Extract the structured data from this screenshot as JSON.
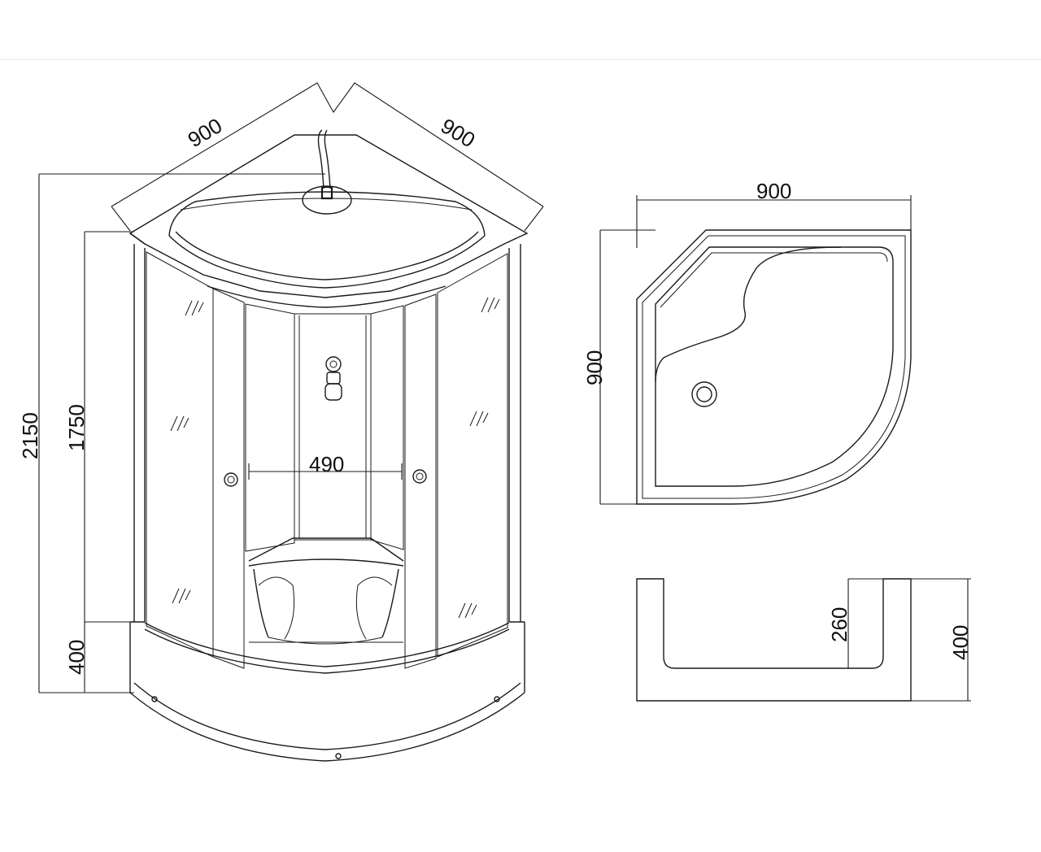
{
  "front_view": {
    "dim_top_left": "900",
    "dim_top_right": "900",
    "dim_total_height": "2150",
    "dim_cabin_height": "1750",
    "dim_tray_height": "400",
    "dim_door_opening": "490"
  },
  "plan_view": {
    "dim_width": "900",
    "dim_depth": "900"
  },
  "section_view": {
    "dim_inner_depth": "260",
    "dim_total_height": "400"
  },
  "colors": {
    "line": "#1a1a1a",
    "background": "#ffffff"
  }
}
